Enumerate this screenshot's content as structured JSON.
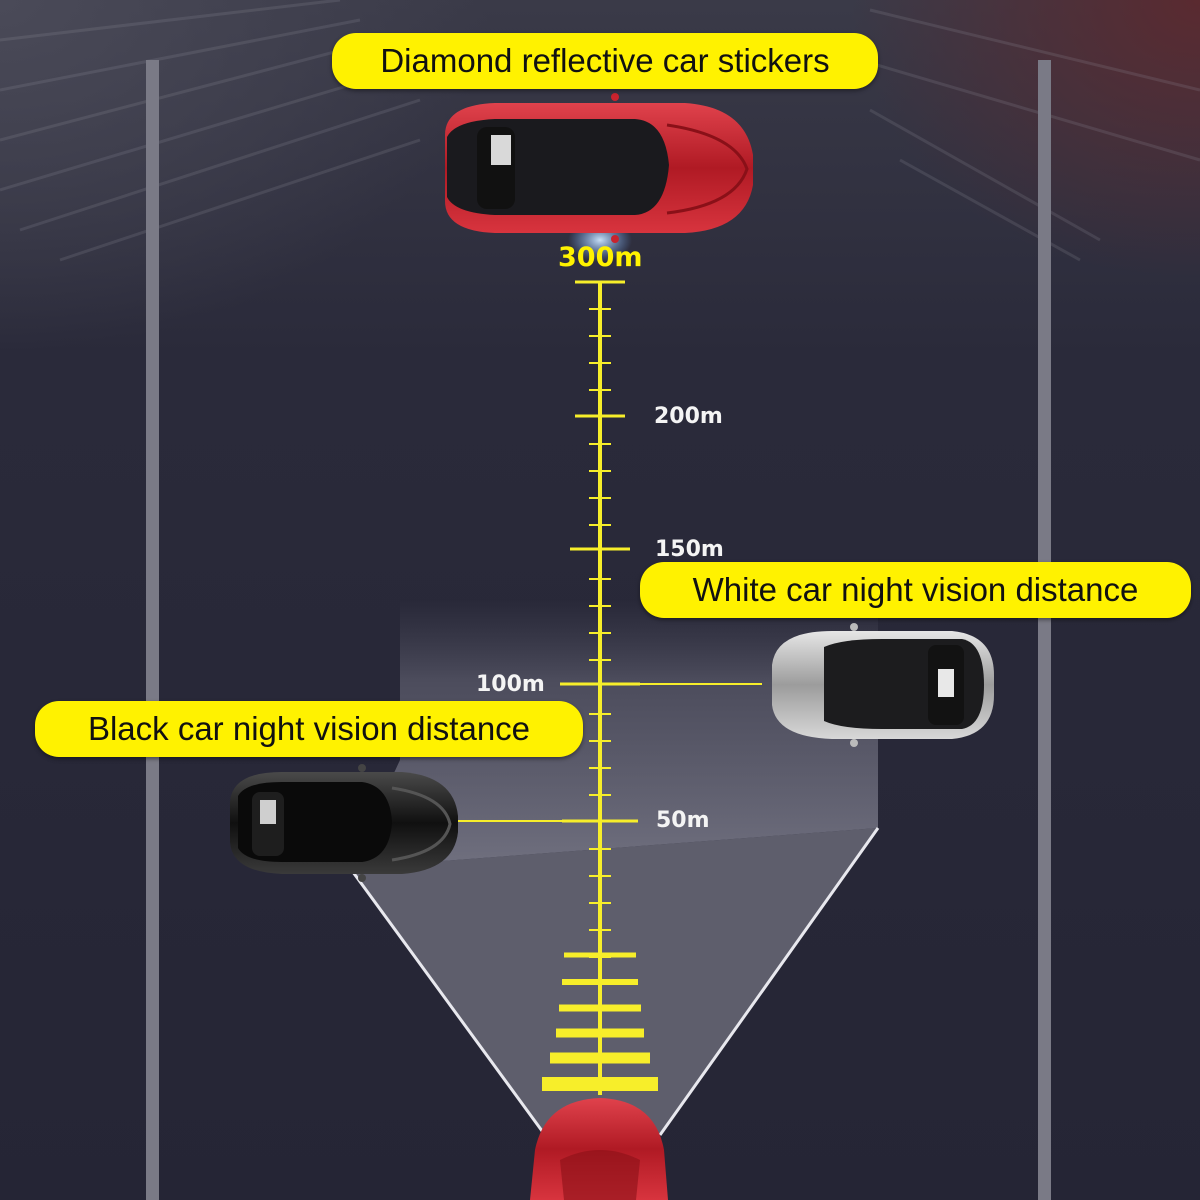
{
  "labels": {
    "top": "Diamond reflective car stickers",
    "white_car": "White car night vision distance",
    "black_car": "Black car night vision distance"
  },
  "distances": {
    "d300": "300m",
    "d200": "200m",
    "d150": "150m",
    "d100": "100m",
    "d50": "50m"
  },
  "colors": {
    "label_bg": "#fff200",
    "scale": "#f7ee2a",
    "road": "#252535",
    "red_car": "#c8232e",
    "white_car": "#c9c9c9",
    "black_car": "#1b1b1b"
  },
  "icons": [
    "red-car-icon",
    "white-car-icon",
    "black-car-icon",
    "headlight-beam-icon"
  ]
}
